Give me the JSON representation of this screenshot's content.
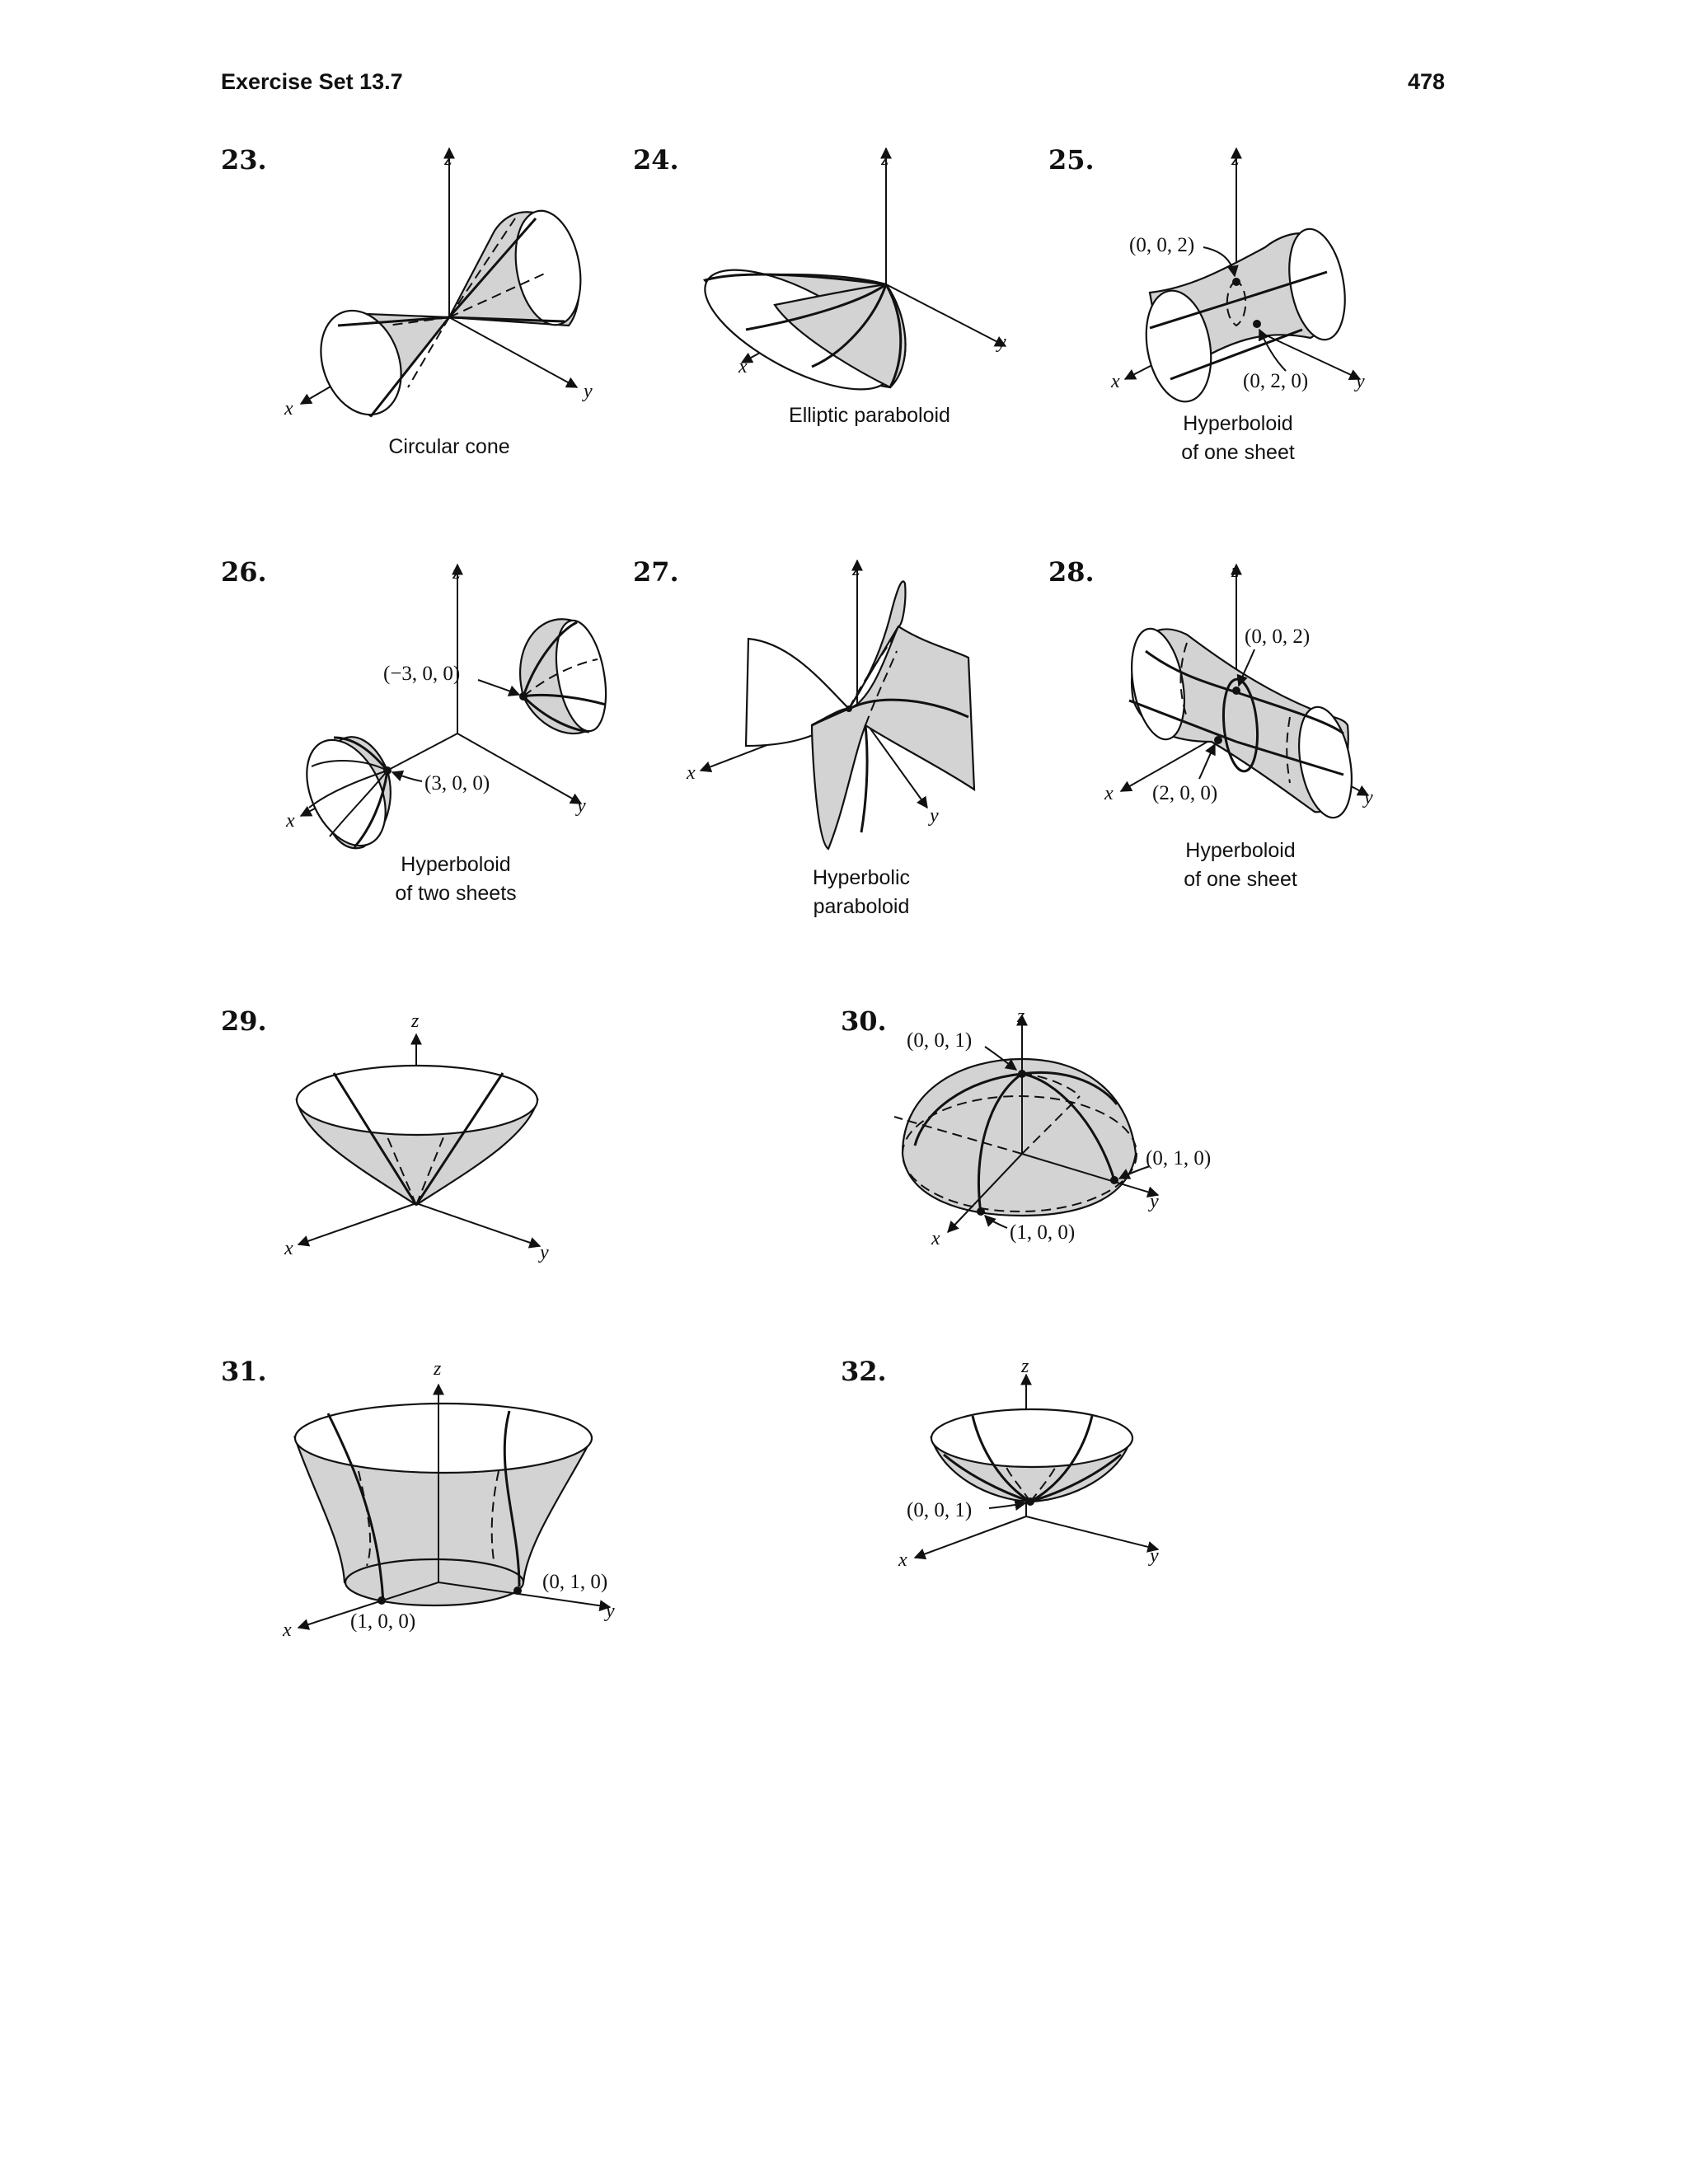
{
  "header": {
    "section": "Exercise Set 13.7",
    "page": "478"
  },
  "figures": [
    {
      "number": "23.",
      "caption": [
        "Circular cone"
      ],
      "axes": [
        "x",
        "y",
        "z"
      ]
    },
    {
      "number": "24.",
      "caption": [
        "Elliptic paraboloid"
      ],
      "axes": [
        "x",
        "y",
        "z"
      ]
    },
    {
      "number": "25.",
      "caption": [
        "Hyperboloid",
        "of one sheet"
      ],
      "axes": [
        "x",
        "y",
        "z"
      ],
      "points": [
        "(0, 0, 2)",
        "(0, 2, 0)"
      ]
    },
    {
      "number": "26.",
      "caption": [
        "Hyperboloid",
        "of two sheets"
      ],
      "axes": [
        "x",
        "y",
        "z"
      ],
      "points": [
        "(−3, 0, 0)",
        "(3, 0, 0)"
      ]
    },
    {
      "number": "27.",
      "caption": [
        "Hyperbolic",
        "paraboloid"
      ],
      "axes": [
        "x",
        "y",
        "z"
      ]
    },
    {
      "number": "28.",
      "caption": [
        "Hyperboloid",
        "of one sheet"
      ],
      "axes": [
        "x",
        "y",
        "z"
      ],
      "points": [
        "(0, 0, 2)",
        "(2, 0, 0)"
      ]
    },
    {
      "number": "29.",
      "caption": [],
      "axes": [
        "x",
        "y",
        "z"
      ]
    },
    {
      "number": "30.",
      "caption": [],
      "axes": [
        "x",
        "y",
        "z"
      ],
      "points": [
        "(0, 0, 1)",
        "(0, 1, 0)",
        "(1, 0, 0)"
      ]
    },
    {
      "number": "31.",
      "caption": [],
      "axes": [
        "x",
        "y",
        "z"
      ],
      "points": [
        "(0, 1, 0)",
        "(1, 0, 0)"
      ]
    },
    {
      "number": "32.",
      "caption": [],
      "axes": [
        "x",
        "y",
        "z"
      ],
      "points": [
        "(0, 0, 1)"
      ]
    }
  ]
}
